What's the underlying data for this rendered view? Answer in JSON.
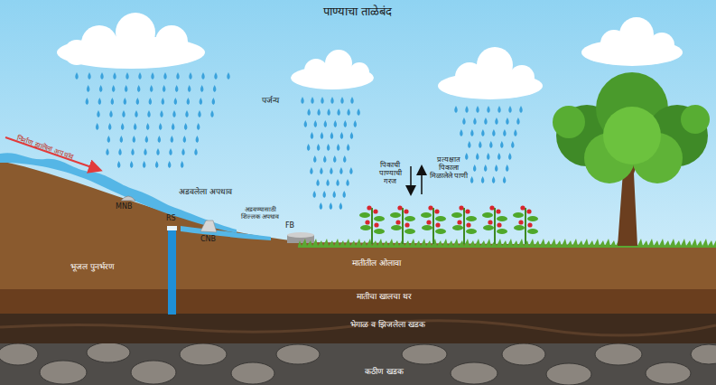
{
  "diagram": {
    "title": "पाण्याचा ताळेबंद",
    "nodes": [
      {
        "text": [
          "मातीतील ओलावा"
        ]
      },
      {
        "text": [
          "मातीचा खालचा थर"
        ]
      },
      {
        "text": [
          "भेगाळ व झिजलेला खडक"
        ]
      },
      {
        "text": [
          "कठीण खडक"
        ]
      }
    ],
    "labels": [
      "पर्जन्य",
      "निर्माण झालेला अपधाव",
      "MNB",
      "RS",
      "CNB",
      "FB",
      "अडवलेला अपधाव",
      "अडवण्यासाठी शिल्लक अपधाव",
      "भूजल पुनर्भरण",
      "पिकाची पाण्याची गरज",
      "प्रत्यक्षात पिकाला मिळालेले पाणी"
    ]
  }
}
